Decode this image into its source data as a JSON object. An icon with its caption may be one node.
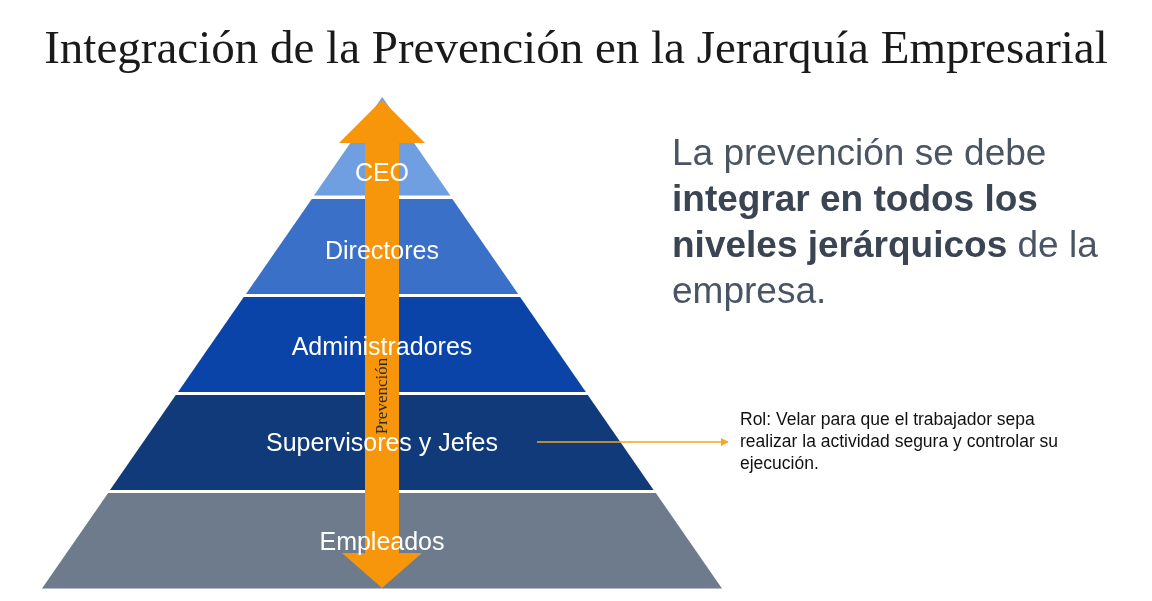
{
  "diagram": {
    "title": "Integración de la Prevención en la Jerarquía Empresarial",
    "nodes": [
      {
        "text": [
          "CEO"
        ]
      },
      {
        "text": [
          "Directores"
        ]
      },
      {
        "text": [
          "Administradores"
        ]
      },
      {
        "text": [
          "Supervisores y Jefes"
        ]
      },
      {
        "text": [
          "Empleados"
        ]
      },
      {
        "text": [
          "Rol: Velar para que el trabajador sepa realizar la actividad segura y controlar su ejecución."
        ]
      }
    ],
    "edges": [
      {
        "from": 3,
        "to": 5,
        "arrow": "to",
        "color": "#f5a623"
      }
    ],
    "labels": [
      "Prevención",
      "La prevención se debe **integrar en todos los niveles jerárquicos** de la empresa."
    ]
  }
}
